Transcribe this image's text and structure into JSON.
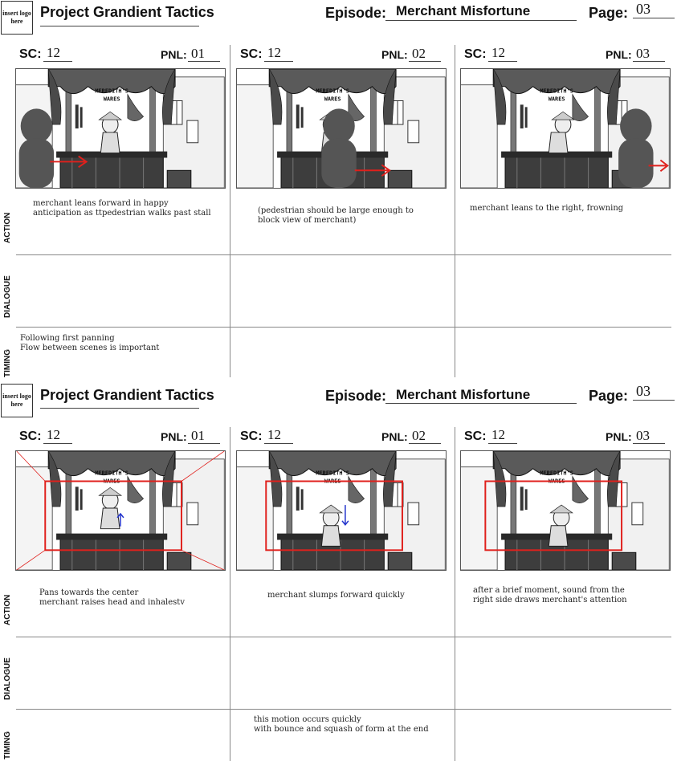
{
  "logo_placeholder": "insert logo here",
  "sheets": [
    {
      "project_title": "Project Grandient Tactics",
      "episode_label": "Episode:",
      "episode_title": "Merchant Misfortune",
      "page_label": "Page:",
      "page_number": "03",
      "row_labels": [
        "ACTION",
        "DIALOGUE",
        "TIMING"
      ],
      "panels": [
        {
          "sc_label": "SC:",
          "scene": "12",
          "pnl_label": "PNL:",
          "panel": "01",
          "action": [
            "merchant leans forward in happy",
            "anticipation as ttpedestrian walks past stall"
          ],
          "dialogue": [],
          "timing": [
            "Following first panning",
            "Flow between scenes is important"
          ]
        },
        {
          "sc_label": "SC:",
          "scene": "12",
          "pnl_label": "PNL:",
          "panel": "02",
          "action": [
            "(pedestrian should be large enough to",
            "block view of merchant)"
          ],
          "dialogue": [],
          "timing": []
        },
        {
          "sc_label": "SC:",
          "scene": "12",
          "pnl_label": "PNL:",
          "panel": "03",
          "action": [
            "merchant leans to the right, frowning"
          ],
          "dialogue": [],
          "timing": []
        }
      ]
    },
    {
      "project_title": "Project Grandient Tactics",
      "episode_label": "Episode:",
      "episode_title": "Merchant Misfortune",
      "page_label": "Page:",
      "page_number": "03",
      "row_labels": [
        "ACTION",
        "DIALOGUE",
        "TIMING"
      ],
      "panels": [
        {
          "sc_label": "SC:",
          "scene": "12",
          "pnl_label": "PNL:",
          "panel": "01",
          "action": [
            "Pans towards the center",
            "merchant raises head and inhalestv"
          ],
          "dialogue": [],
          "timing": []
        },
        {
          "sc_label": "SC:",
          "scene": "12",
          "pnl_label": "PNL:",
          "panel": "02",
          "action": [
            "merchant slumps forward quickly"
          ],
          "dialogue": [],
          "timing": [
            "this motion occurs quickly",
            "with bounce and squash of form at the end"
          ]
        },
        {
          "sc_label": "SC:",
          "scene": "12",
          "pnl_label": "PNL:",
          "panel": "03",
          "action": [
            "after a brief moment, sound from the",
            "right side draws merchant's attention"
          ],
          "dialogue": [],
          "timing": []
        }
      ]
    }
  ],
  "stall_sign": "MEREDITH'S WARES",
  "colors": {
    "annotation_red": "#e0201c",
    "annotation_blue": "#2233cc",
    "pedestrian": "#555555"
  }
}
